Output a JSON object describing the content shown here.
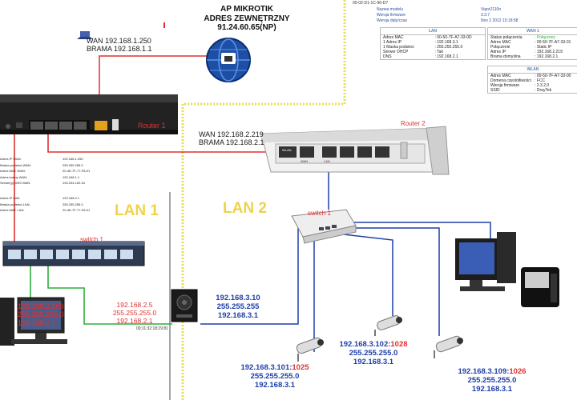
{
  "ap": {
    "title1": "AP MIKROTIK",
    "title2": "ADRES ZEWNĘTRZNY",
    "ip": "91.24.60.65(NP)"
  },
  "wan_top": {
    "line1": "WAN 192.168.1.250",
    "line2": "BRAMA  192.168.1.1"
  },
  "router2": {
    "label": "Router 2",
    "wan": "WAN   192.168.2.219",
    "brama": "BRAMA  192.168.2.1",
    "port_wlan": "WLAN",
    "port_wan": "WAN",
    "port_lan": "LAN"
  },
  "router1_label": "Router 1",
  "lan1": "LAN 1",
  "lan2": "LAN 2",
  "switch1_left": "switch 1",
  "switch1_right": "switch 1",
  "left_info": {
    "rows": [
      {
        "k": "Adres IP WAN:",
        "v": "192.168.1.250"
      },
      {
        "k": "Maska podsieci WAN:",
        "v": "255.255.255.0"
      },
      {
        "k": "Adres MAC WAN:",
        "v": "20-4E-7F-77-F8-01"
      },
      {
        "k": "Adres bramy WAN:",
        "v": "192.168.1.1"
      },
      {
        "k": "Serwer(y) DNS WAN:",
        "v": "194.204.152.34"
      },
      {
        "k": "Adres IP LAN:",
        "v": "192.168.2.1"
      },
      {
        "k": "Maska podsieci LAN:",
        "v": "255.255.255.0"
      },
      {
        "k": "Adres MAC LAN:",
        "v": "20-4E-7F-77-F8-01"
      }
    ]
  },
  "pc_left": {
    "ip": "192.168.2.109",
    "mask": "255.255.255.0",
    "gw": "192.168.2.1"
  },
  "nvr_lan1": {
    "ip": "192.168.2.5",
    "mask": "255.255.255.0",
    "gw": "192.168.2.1"
  },
  "nvr_mac": "00:11:32:18:29:81",
  "nvr_lan2": {
    "ip": "192.168.3.10",
    "mask": "255.255.255",
    "gw": "192.168.3.1"
  },
  "cam1": {
    "ip": "192.168.3.101:",
    "port": "1025",
    "mask": "255.255.255.0",
    "gw": "192.168.3.1"
  },
  "cam2": {
    "ip": "192.168.3.102:",
    "port": "1028",
    "mask": "255.255.255.0",
    "gw": "192.168.3.1"
  },
  "cam3": {
    "ip": "192.168.3.109:",
    "port": "1026",
    "mask": "255.255.255.0",
    "gw": "192.168.3.1"
  },
  "top_mac": "00-02-D1-1C-90-D7",
  "status": {
    "rows": [
      {
        "k": "Nazwa modelu",
        "v": "Vigor2110n"
      },
      {
        "k": "Wersja firmware",
        "v": "3.3.7"
      },
      {
        "k": "Wersja daty/czas",
        "v": "Nov 2 2012 15:18:58"
      }
    ]
  },
  "lan_panel": {
    "title": "LAN",
    "rows": [
      {
        "k": "Adres MAC",
        "v": ": 00-50-7F-A7-33-0D"
      },
      {
        "k": "1 Adres IP",
        "v": ": 192.168.3.1"
      },
      {
        "k": "1 Maska podsieci",
        "v": ": 255.255.255.0"
      },
      {
        "k": "Serwer DHCP",
        "v": ": Tak"
      },
      {
        "k": "DNS",
        "v": ": 192.168.2.1"
      }
    ]
  },
  "wan_panel": {
    "title": "WAN 1",
    "rows": [
      {
        "k": "Status połączenia",
        "v": ": Połączony"
      },
      {
        "k": "Adres MAC",
        "v": ": 00-50-7F-A7-33-01"
      },
      {
        "k": "Połączenie",
        "v": ": Static IP"
      },
      {
        "k": "Adres IP",
        "v": ": 192.168.2.219"
      },
      {
        "k": "Brama domyślna",
        "v": ": 192.168.2.1"
      }
    ]
  },
  "wlan_panel": {
    "title": "WLAN",
    "rows": [
      {
        "k": "Adres MAC",
        "v": ": 00-50-7F-A7-33-00"
      },
      {
        "k": "Domena częstotliwości",
        "v": ": FCC"
      },
      {
        "k": "Wersja firmware",
        "v": ": 2.3.2.0"
      },
      {
        "k": "SSID",
        "v": ": DrayTek"
      }
    ]
  },
  "colors": {
    "red": "#e03030",
    "blue": "#1f3fa8",
    "green": "#2eae3a",
    "yellow": "#f0d24a",
    "dashed": "#e6df5a"
  }
}
